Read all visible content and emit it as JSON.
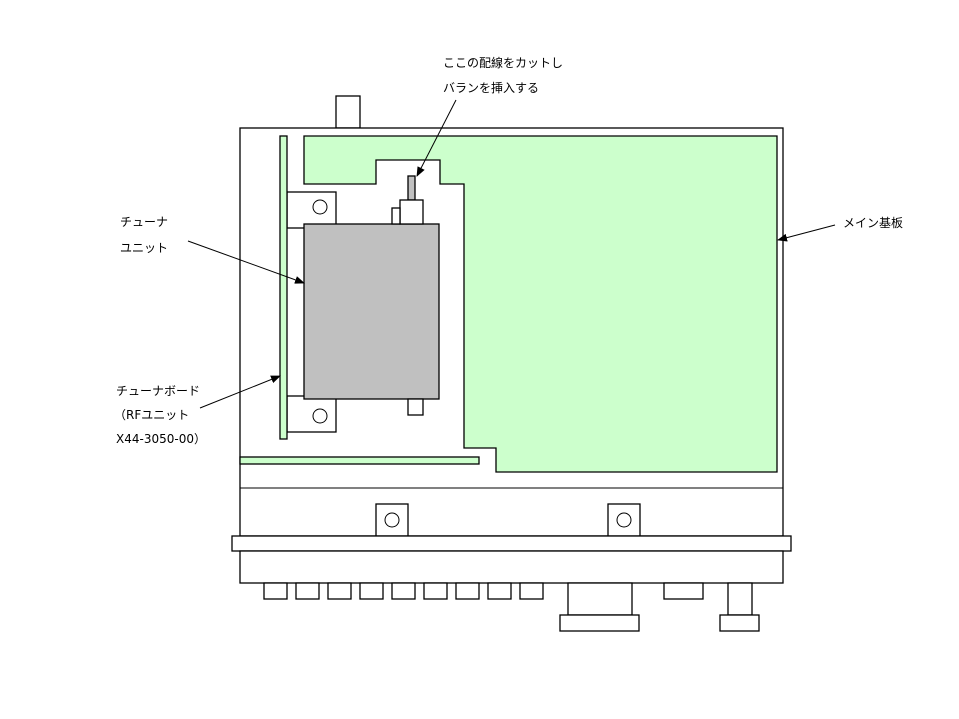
{
  "labels": {
    "cut_note_line1": "ここの配線をカットし",
    "cut_note_line2": "バランを挿入する",
    "tuner_unit_line1": "チューナ",
    "tuner_unit_line2": "ユニット",
    "main_board": "メイン基板",
    "tuner_board_line1": "チューナボード",
    "tuner_board_line2": "（RFユニット",
    "tuner_board_line3": "X44-3050-00）"
  },
  "colors": {
    "board_green": "#ccffcc",
    "tuner_gray": "#c0c0c0"
  }
}
